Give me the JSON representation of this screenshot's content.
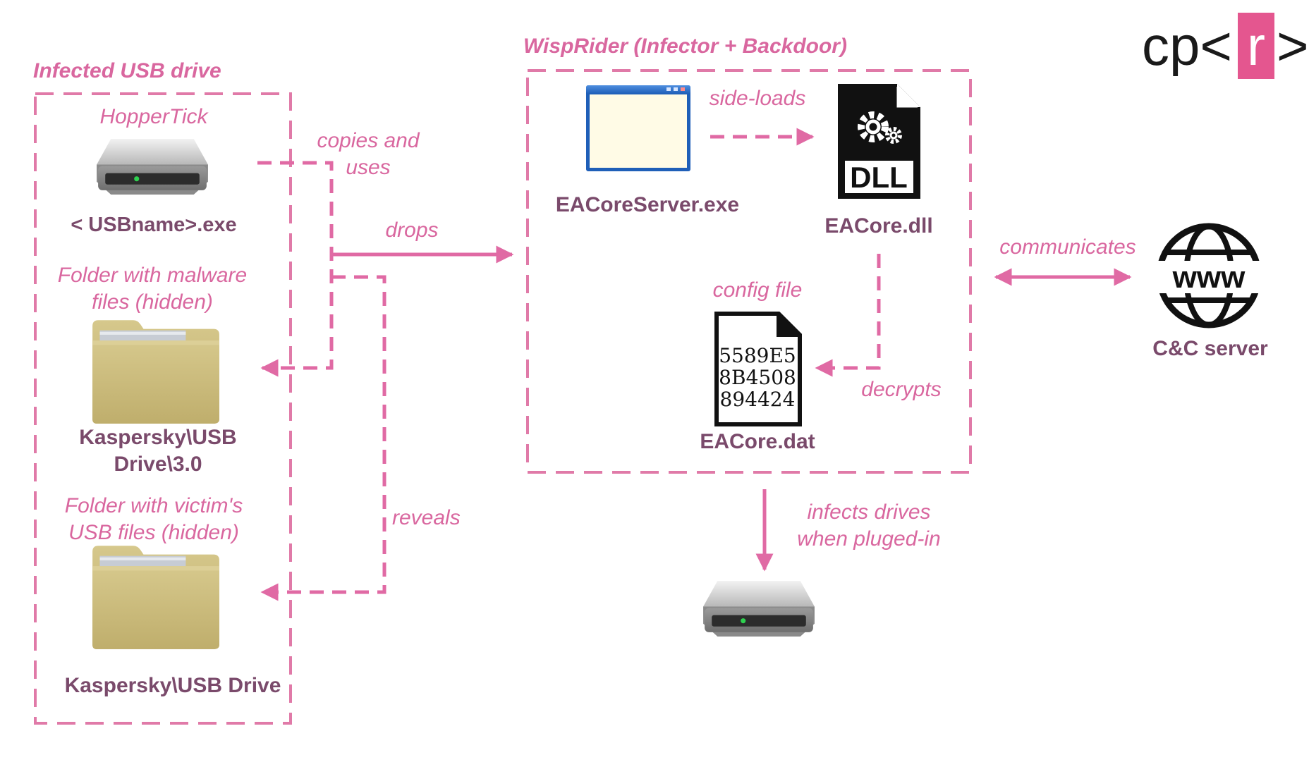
{
  "colors": {
    "accent_pink": "#e06aa4",
    "label_purple": "#7a4a6b",
    "logo_pink": "#e4568f",
    "folder_tan": "#c9b877"
  },
  "logo": {
    "text_left": "cp<",
    "text_mid": "r",
    "text_right": ">"
  },
  "left_group": {
    "title": "Infected USB drive",
    "hoppertick_label": "HopperTick",
    "usb_exe_label": "< USBname>.exe",
    "malware_folder_caption": [
      "Folder with malware",
      "files (hidden)"
    ],
    "malware_folder_name": [
      "Kaspersky\\USB",
      "Drive\\3.0"
    ],
    "victim_folder_caption": [
      "Folder with victim's",
      "USB files (hidden)"
    ],
    "victim_folder_name": "Kaspersky\\USB Drive"
  },
  "right_group": {
    "title": "WispRider (Infector + Backdoor)",
    "exe_label": "EACoreServer.exe",
    "dll_label": "EACore.dll",
    "dll_icon_text": "DLL",
    "config_caption": "config file",
    "dat_label": "EACore.dat",
    "dat_content": [
      "5589E5",
      "8B4508",
      "894424"
    ]
  },
  "edges": {
    "copies_and_uses": [
      "copies and",
      "uses"
    ],
    "drops": "drops",
    "reveals": "reveals",
    "side_loads": "side-loads",
    "decrypts": "decrypts",
    "communicates": "communicates",
    "infects": [
      "infects drives",
      "when pluged-in"
    ]
  },
  "cc": {
    "label": "C&C server",
    "icon_text": "www"
  },
  "icons": [
    "usb-drive-icon",
    "folder-icon",
    "window-icon",
    "dll-file-icon",
    "data-file-icon",
    "globe-icon",
    "cpr-logo"
  ]
}
